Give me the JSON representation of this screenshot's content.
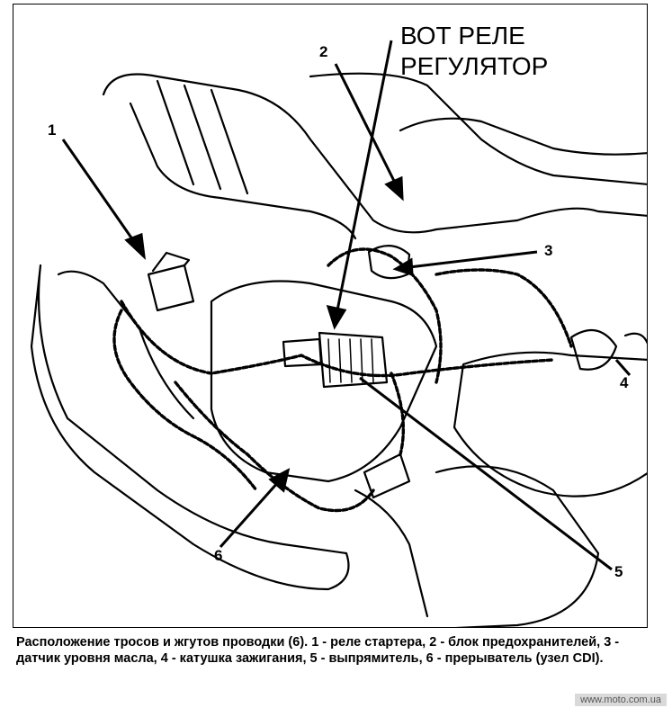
{
  "annotation": {
    "line1": "ВОТ РЕЛЕ",
    "line2": "РЕГУЛЯТОР"
  },
  "callouts": {
    "c1": "1",
    "c2": "2",
    "c3": "3",
    "c4": "4",
    "c5": "5",
    "c6": "6"
  },
  "caption": "Расположение тросов и жгутов проводки (6). 1 - реле стартера, 2 - блок предохранителей, 3 - датчик уровня масла, 4 - катушка зажигания, 5 - выпрямитель, 6 - прерыватель (узел CDI).",
  "watermark": "www.moto.com.ua"
}
